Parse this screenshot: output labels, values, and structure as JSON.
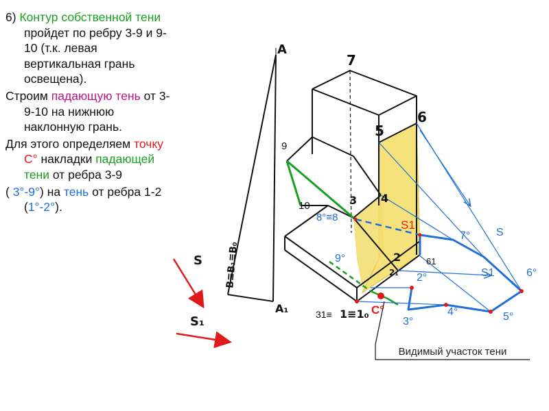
{
  "text_block": {
    "para1": [
      {
        "text": "6) ",
        "color": "#111111"
      },
      {
        "text": "Контур собственной тени",
        "color": "#18a020"
      },
      {
        "text": " пройдет по ребру 3-9 и 9-10 (т.к. левая вертикальная грань освещена).",
        "color": "#111111"
      }
    ],
    "para2": [
      {
        "text": "Строим ",
        "color": "#111111"
      },
      {
        "text": "падающую тень",
        "color": "#c0108a"
      },
      {
        "text": " от 3-9-10 на нижнюю наклонную грань.",
        "color": "#111111"
      }
    ],
    "para3": [
      {
        "text": "Для этого определяем ",
        "color": "#111111"
      },
      {
        "text": "точку С°",
        "color": "#e01a1a"
      },
      {
        "text": " накладки ",
        "color": "#111111"
      },
      {
        "text": "падающей тени",
        "color": "#18a020"
      },
      {
        "text": " от ребра 3-9",
        "color": "#111111"
      }
    ],
    "para4": [
      {
        "text": "( ",
        "color": "#111111"
      },
      {
        "text": "3°-9°",
        "color": "#1f6fd6"
      },
      {
        "text": ") на ",
        "color": "#111111"
      },
      {
        "text": "тень",
        "color": "#1f6fd6"
      },
      {
        "text": " от ребра 1-2 (",
        "color": "#111111"
      },
      {
        "text": "1°-2°",
        "color": "#1f6fd6"
      },
      {
        "text": ").",
        "color": "#111111"
      }
    ]
  },
  "labels": {
    "A": "A",
    "A1": "A₁",
    "B_eq": "B≡B₁≡B₀",
    "S_left": "S",
    "S1_left": "S₁",
    "p7": "7",
    "p6": "6",
    "p5": "5",
    "p9": "9",
    "p3": "3",
    "p4": "4",
    "p10": "10",
    "p8deg": "8°≡8",
    "p9deg": "9°",
    "p2": "2",
    "p2sub": "2₁",
    "p61": "61",
    "S1_a": "S1",
    "S1_b": "S1",
    "S_right": "S",
    "p7deg": "7°",
    "p6deg": "6°",
    "p2deg": "2°",
    "p4deg": "4°",
    "p5deg": "5°",
    "p3deg": "3°",
    "Cdeg": "C°",
    "p31": "31≡",
    "p1eq": "1≡1₀",
    "visible_part": "Видимый участок тени"
  },
  "colors": {
    "black": "#111111",
    "blue": "#1f6fd6",
    "green": "#18a020",
    "red": "#e01a1a",
    "magenta": "#c0108a",
    "yellow_fill": "#f6e27a",
    "dark_blue": "#2040a0"
  }
}
